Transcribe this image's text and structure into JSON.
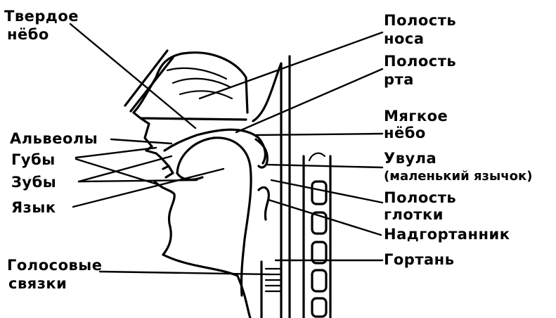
{
  "labels": {
    "hard_palate": [
      "Твердое",
      "нёбо"
    ],
    "alveoli": "Альвеолы",
    "lips": "Губы",
    "teeth": "Зубы",
    "tongue": "Язык",
    "vocal_cords": [
      "Голосовые",
      "связки"
    ],
    "nasal_cavity": [
      "Полость",
      "носа"
    ],
    "oral_cavity": [
      "Полость",
      "рта"
    ],
    "soft_palate": [
      "Мягкое",
      "нёбо"
    ],
    "uvula": [
      "Увула",
      "(маленький язычок)"
    ],
    "pharynx": [
      "Полость",
      "глотки"
    ],
    "epiglottis": "Надгортанник",
    "larynx": "Гортань"
  }
}
